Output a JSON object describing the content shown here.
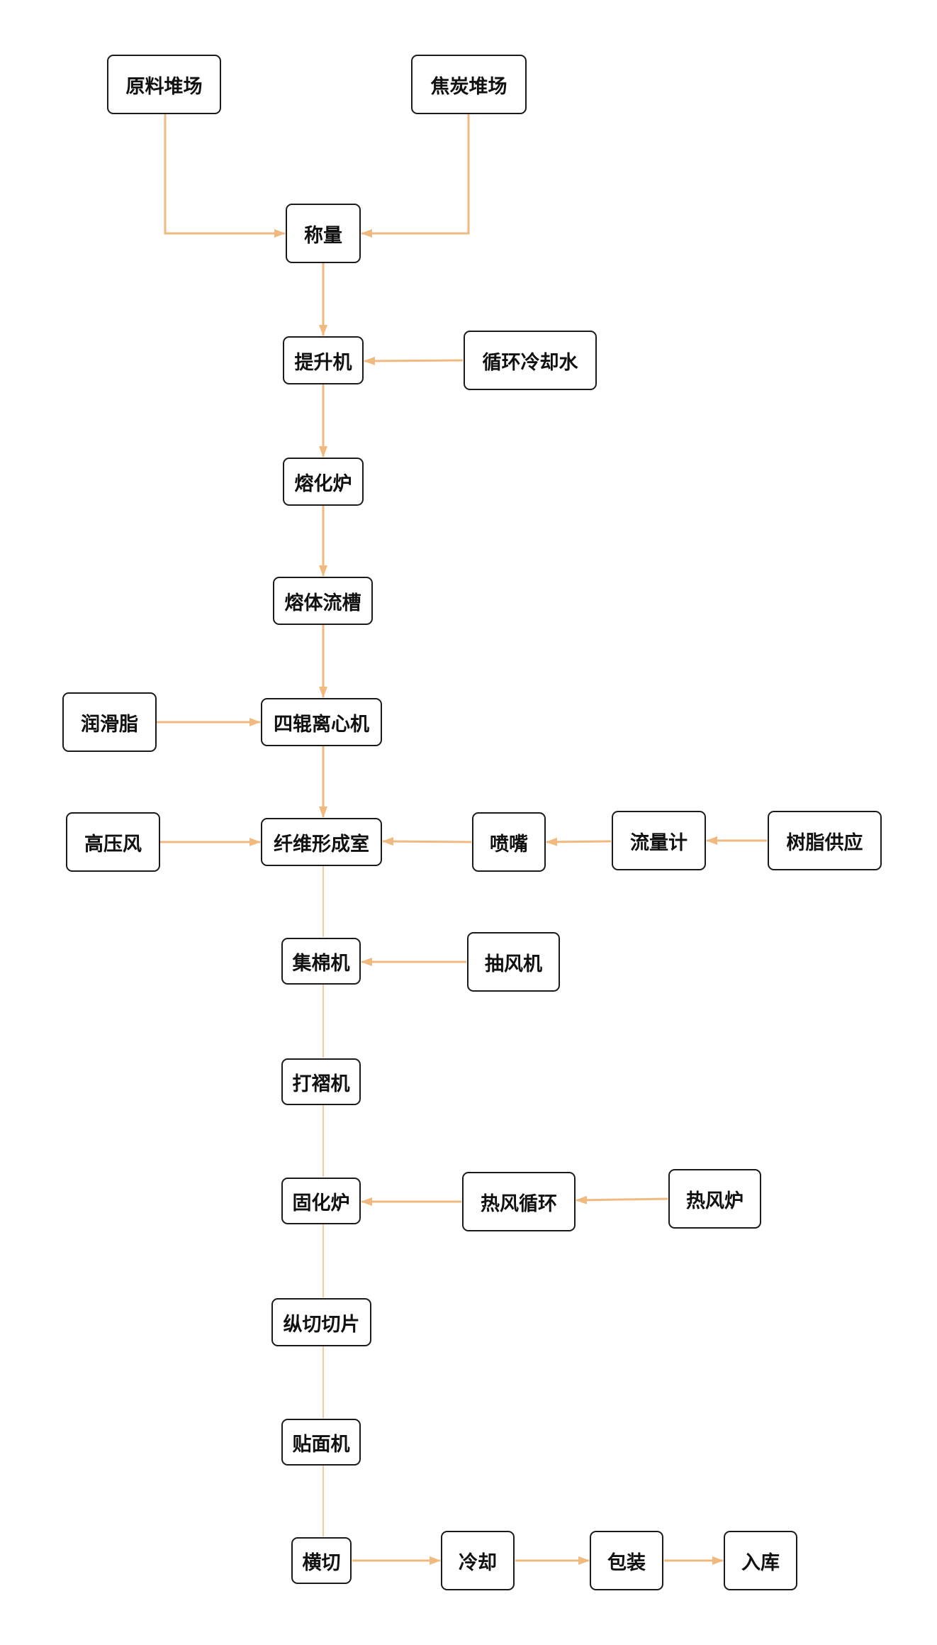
{
  "colors": {
    "connector": "#f0b97f",
    "node_border": "#1a1a1a",
    "text": "#111111",
    "background": "#ffffff"
  },
  "nodes": {
    "raw_material_yard": "原料堆场",
    "coke_yard": "焦炭堆场",
    "weighing": "称量",
    "elevator": "提升机",
    "circulating_cooling_water": "循环冷却水",
    "melting_furnace": "熔化炉",
    "melt_channel": "熔体流槽",
    "lubricating_grease": "润滑脂",
    "four_roller_centrifuge": "四辊离心机",
    "high_pressure_air": "高压风",
    "fiber_forming_chamber": "纤维形成室",
    "nozzle": "喷嘴",
    "flow_meter": "流量计",
    "resin_supply": "树脂供应",
    "cotton_collector": "集棉机",
    "exhaust_fan": "抽风机",
    "pleating_machine": "打褶机",
    "curing_oven": "固化炉",
    "hot_air_circulation": "热风循环",
    "hot_air_furnace": "热风炉",
    "slitting_slicing": "纵切切片",
    "laminating_machine": "贴面机",
    "cross_cutting": "横切",
    "cooling": "冷却",
    "packaging": "包装",
    "warehousing": "入库"
  }
}
